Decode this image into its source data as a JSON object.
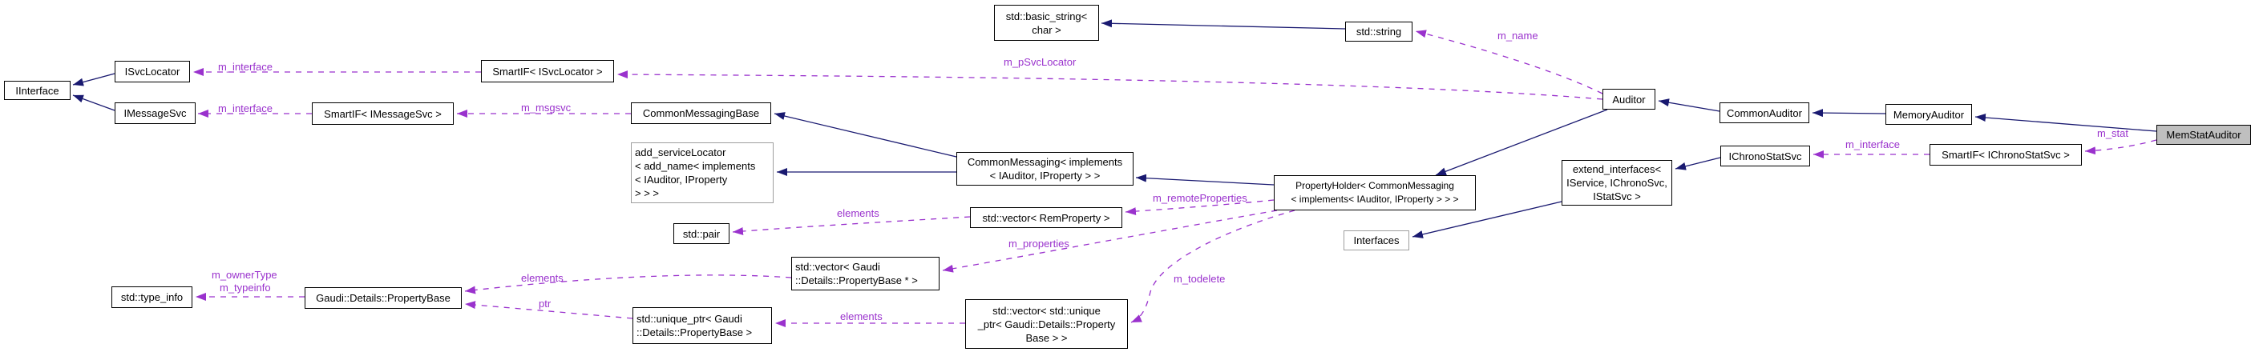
{
  "diagram": {
    "type": "doxygen-collaboration-graph",
    "main_class": "MemStatAuditor",
    "colors": {
      "inheritance_edge": "#191970",
      "usage_edge": "#9a32cd",
      "node_border": "#000000",
      "undocumented_node_border": "#9e9e9e",
      "main_node_fill": "#bfbfbf",
      "node_fill": "#ffffff",
      "background": "#ffffff"
    }
  },
  "nodes": {
    "basic_string": {
      "label": "std::basic_string<\nchar >"
    },
    "std_string": {
      "label": "std::string"
    },
    "iinterface": {
      "label": "IInterface"
    },
    "isvclocator": {
      "label": "ISvcLocator"
    },
    "imessagesvc": {
      "label": "IMessageSvc"
    },
    "smartif_isvclocator": {
      "label": "SmartIF< ISvcLocator >"
    },
    "smartif_imessagesvc": {
      "label": "SmartIF< IMessageSvc >"
    },
    "commonmessagingbase": {
      "label": "CommonMessagingBase"
    },
    "add_servicelocator": {
      "label": "add_serviceLocator\n< add_name< implements\n< IAuditor, IProperty\n> > >"
    },
    "commonmessaging": {
      "label": "CommonMessaging< implements\n< IAuditor, IProperty > >"
    },
    "propertyholder": {
      "label": "PropertyHolder< CommonMessaging\n< implements< IAuditor, IProperty > > >"
    },
    "auditor": {
      "label": "Auditor"
    },
    "commonauditor": {
      "label": "CommonAuditor"
    },
    "memoryauditor": {
      "label": "MemoryAuditor"
    },
    "memstatauditor": {
      "label": "MemStatAuditor"
    },
    "ichronostatsvc": {
      "label": "IChronoStatSvc"
    },
    "smartif_ichronostatsvc": {
      "label": "SmartIF< IChronoStatSvc >"
    },
    "extend_interfaces": {
      "label": "extend_interfaces<\nIService, IChronoSvc,\nIStatSvc >"
    },
    "interfaces": {
      "label": "Interfaces"
    },
    "vector_remproperty": {
      "label": "std::vector< RemProperty >"
    },
    "std_pair": {
      "label": "std::pair"
    },
    "vector_propertybase": {
      "label": "std::vector< Gaudi\n::Details::PropertyBase * >"
    },
    "propertybase": {
      "label": "Gaudi::Details::PropertyBase"
    },
    "type_info": {
      "label": "std::type_info"
    },
    "unique_ptr_propertybase": {
      "label": "std::unique_ptr< Gaudi\n::Details::PropertyBase >"
    },
    "vector_unique_ptr": {
      "label": "std::vector< std::unique\n_ptr< Gaudi::Details::Property\nBase > >"
    }
  },
  "edge_labels": {
    "m_name": "m_name",
    "m_psvclocator": "m_pSvcLocator",
    "m_interface_isvclocator": "m_interface",
    "m_interface_imessagesvc": "m_interface",
    "m_msgsvc": "m_msgsvc",
    "m_remoteproperties": "m_remoteProperties",
    "elements_remproperty": "elements",
    "m_properties": "m_properties",
    "m_todelete": "m_todelete",
    "elements_propertybase": "elements",
    "ptr": "ptr",
    "elements_unique_ptr": "elements",
    "m_ownertype": "m_ownerType",
    "m_typeinfo": "m_typeinfo",
    "m_stat": "m_stat",
    "m_interface_ichronostatsvc": "m_interface"
  }
}
